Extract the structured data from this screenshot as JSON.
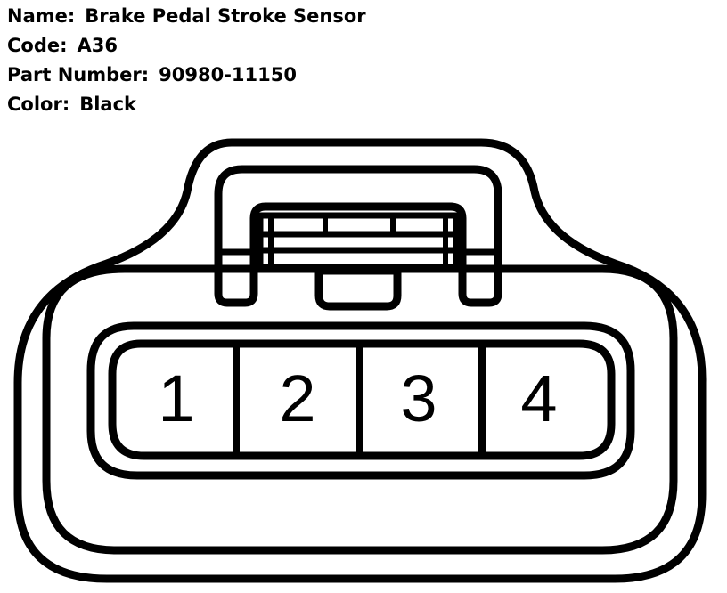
{
  "info": {
    "name_label": "Name:",
    "name_value": "Brake Pedal Stroke Sensor",
    "code_label": "Code:",
    "code_value": "A36",
    "part_label": "Part Number:",
    "part_value": "90980-11150",
    "color_label": "Color:",
    "color_value": "Black"
  },
  "connector": {
    "pins": [
      "1",
      "2",
      "3",
      "4"
    ]
  }
}
